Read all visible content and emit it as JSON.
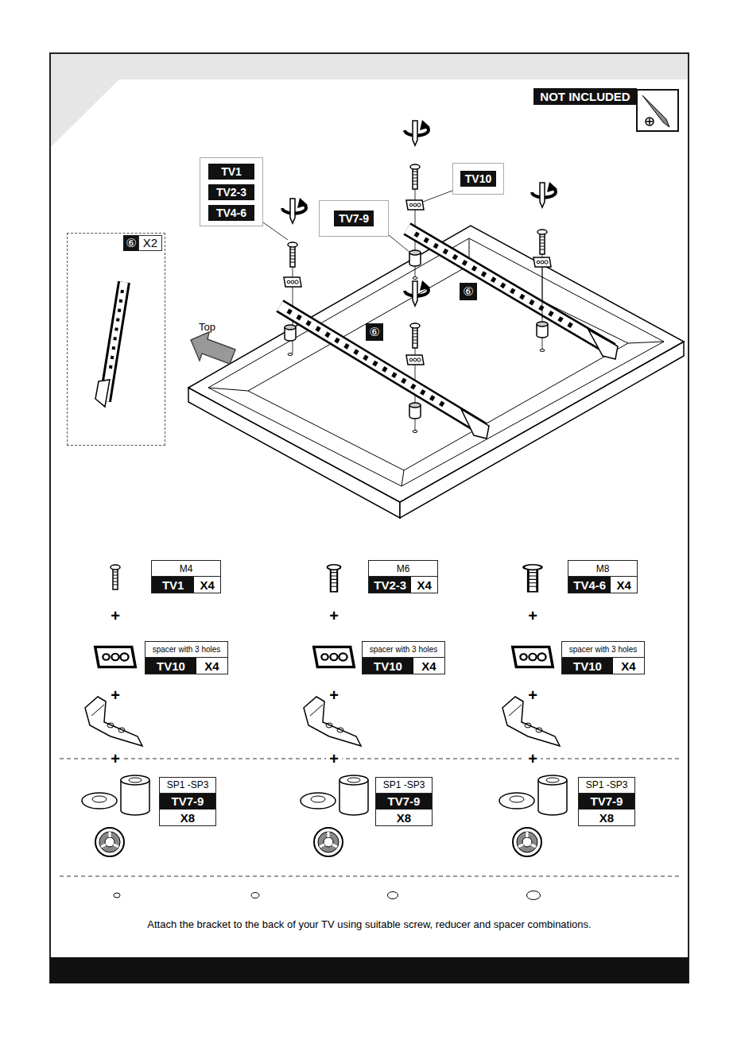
{
  "diagram": {
    "nodes": [
      {
        "text": [
          "NOT INCLUDED"
        ]
      },
      {
        "text": [
          "TV1",
          "TV2-3",
          "TV4-6"
        ]
      },
      {
        "text": [
          "TV10"
        ]
      },
      {
        "text": [
          "TV7-9"
        ]
      },
      {
        "text": [
          "⑥",
          "X2"
        ]
      },
      {
        "text": [
          "⑥"
        ]
      },
      {
        "text": [
          "⑥"
        ]
      },
      {
        "text": [
          "M4",
          "TV1",
          "X4"
        ]
      },
      {
        "text": [
          "M6",
          "TV2-3",
          "X4"
        ]
      },
      {
        "text": [
          "M8",
          "TV4-6",
          "X4"
        ]
      },
      {
        "text": [
          "spacer with 3 holes",
          "TV10",
          "X4"
        ]
      },
      {
        "text": [
          "spacer with 3 holes",
          "TV10",
          "X4"
        ]
      },
      {
        "text": [
          "spacer with 3 holes",
          "TV10",
          "X4"
        ]
      },
      {
        "text": [
          "SP1 -SP3",
          "TV7-9",
          "X8"
        ]
      },
      {
        "text": [
          "SP1 -SP3",
          "TV7-9",
          "X8"
        ]
      },
      {
        "text": [
          "SP1 -SP3",
          "TV7-9",
          "X8"
        ]
      }
    ],
    "labels": [
      "Top",
      "+",
      "+",
      "+",
      "+",
      "+",
      "+",
      "+",
      "+",
      "+"
    ],
    "caption": "Attach the bracket to the back of your TV using suitable screw, reducer and spacer combinations."
  }
}
